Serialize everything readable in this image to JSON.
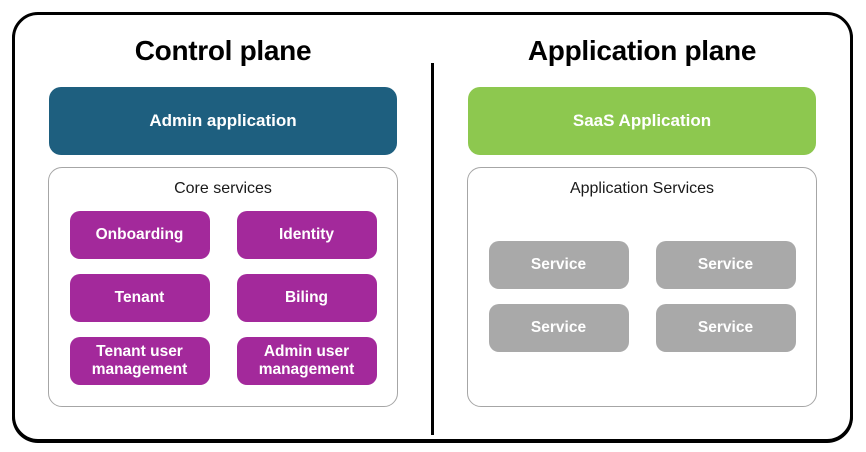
{
  "diagram": {
    "panes": [
      {
        "title": "Control plane",
        "app_box": {
          "label": "Admin application",
          "color": "#1e5f7f"
        },
        "services_container": {
          "label": "Core services",
          "service_color": "#a3299b",
          "services": [
            "Onboarding",
            "Identity",
            "Tenant",
            "Biling",
            "Tenant user management",
            "Admin user management"
          ]
        }
      },
      {
        "title": "Application plane",
        "app_box": {
          "label": "SaaS Application",
          "color": "#8dc84f"
        },
        "services_container": {
          "label": "Application Services",
          "service_color": "#a9a9a9",
          "services": [
            "Service",
            "Service",
            "Service",
            "Service"
          ]
        }
      }
    ],
    "colors": {
      "outer_border": "#000000",
      "divider": "#000000",
      "container_border": "#a6a6a6",
      "text_on_boxes": "#ffffff",
      "title_text": "#000000"
    }
  }
}
